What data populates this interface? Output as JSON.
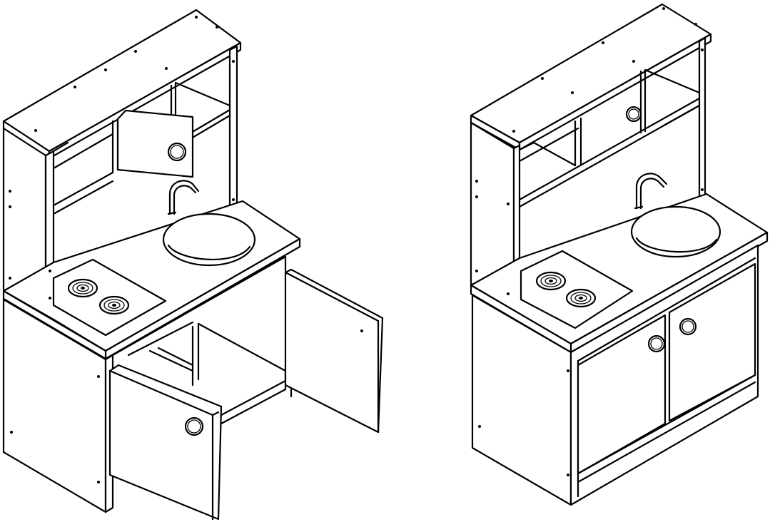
{
  "figure": {
    "views": [
      {
        "name": "open-doors-view",
        "doors": "open"
      },
      {
        "name": "closed-doors-view",
        "doors": "closed"
      }
    ],
    "line_color": "#000000",
    "background": "#ffffff"
  }
}
